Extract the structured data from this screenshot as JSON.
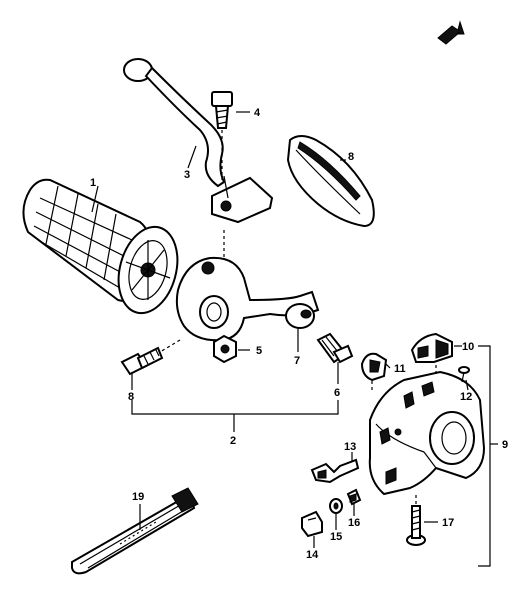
{
  "callouts": {
    "p1": "1",
    "p2": "2",
    "p3": "3",
    "p4": "4",
    "p5": "5",
    "p6": "6",
    "p7": "7",
    "p8": "8",
    "p8b": "8",
    "p9": "9",
    "p10": "10",
    "p11": "11",
    "p12": "12",
    "p13": "13",
    "p14": "14",
    "p15": "15",
    "p16": "16",
    "p17": "17",
    "p19": "19"
  },
  "parts": [
    {
      "id": "grip",
      "ref": "1"
    },
    {
      "id": "lever-bracket-assembly",
      "ref": "2"
    },
    {
      "id": "clutch-lever",
      "ref": "3"
    },
    {
      "id": "lever-pivot-bolt",
      "ref": "4"
    },
    {
      "id": "lock-nut",
      "ref": "5"
    },
    {
      "id": "adjuster-bolt",
      "ref": "6"
    },
    {
      "id": "adjuster-nut",
      "ref": "7"
    },
    {
      "id": "lever-cover",
      "ref": "8"
    },
    {
      "id": "handlebar-switch-assembly",
      "ref": "9"
    },
    {
      "id": "switch-knob-upper",
      "ref": "10"
    },
    {
      "id": "switch-knob",
      "ref": "11"
    },
    {
      "id": "small-screw",
      "ref": "12"
    },
    {
      "id": "wire-terminal",
      "ref": "13"
    },
    {
      "id": "clip",
      "ref": "14"
    },
    {
      "id": "washer",
      "ref": "15"
    },
    {
      "id": "spring-clip",
      "ref": "16"
    },
    {
      "id": "switch-screw",
      "ref": "17"
    },
    {
      "id": "cable-tie",
      "ref": "19"
    }
  ]
}
